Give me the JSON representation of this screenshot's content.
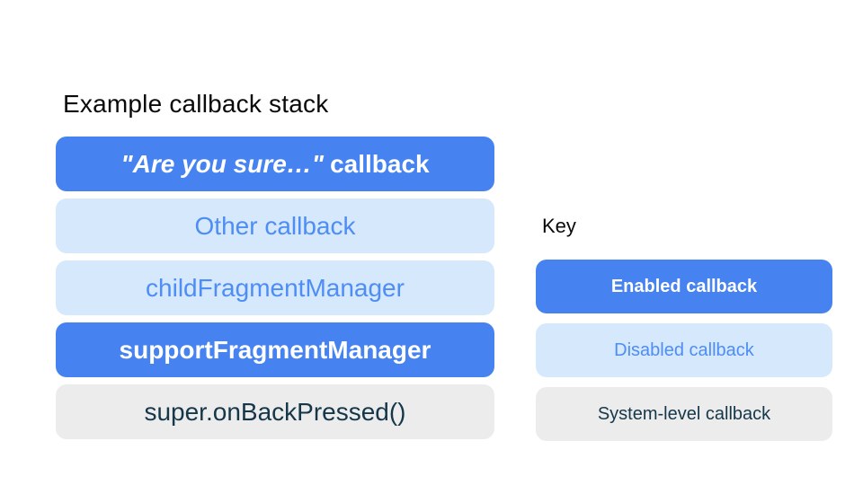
{
  "stack": {
    "title": "Example callback stack",
    "items": [
      {
        "label_italic": "\"Are you sure…\"",
        "label_rest": "callback",
        "type": "enabled"
      },
      {
        "label": "Other callback",
        "type": "disabled"
      },
      {
        "label": "childFragmentManager",
        "type": "disabled"
      },
      {
        "label": "supportFragmentManager",
        "type": "enabled"
      },
      {
        "label": "super.onBackPressed()",
        "type": "system"
      }
    ]
  },
  "key": {
    "title": "Key",
    "items": [
      {
        "label": "Enabled callback",
        "type": "enabled"
      },
      {
        "label": "Disabled callback",
        "type": "disabled"
      },
      {
        "label": "System-level callback",
        "type": "system"
      }
    ]
  },
  "colors": {
    "enabled_bg": "#4683F0",
    "enabled_text": "#FFFFFF",
    "disabled_bg": "#D5E8FC",
    "disabled_text": "#4D8DF5",
    "system_bg": "#ECECEC",
    "system_text": "#16374A",
    "heading_text": "#0A0A0A"
  }
}
